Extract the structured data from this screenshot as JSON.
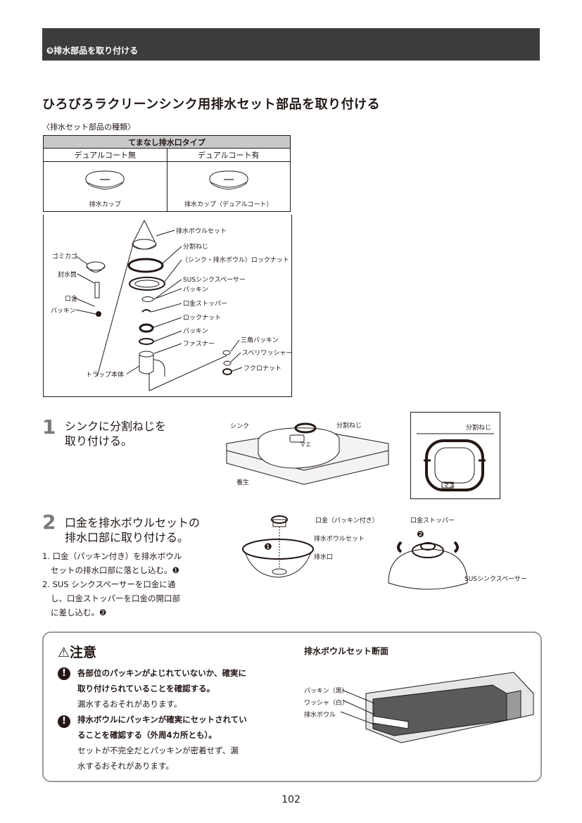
{
  "header": {
    "step_marker": "❾",
    "section_title": "排水部品を取り付ける"
  },
  "title": "ひろびろラクリーンシンク用排水セット部品を取り付ける",
  "types_note": "〈排水セット部品の種類〉",
  "types_table": {
    "header": "てまなし排水口タイプ",
    "columns": [
      "デュアルコート無",
      "デュアルコート有"
    ],
    "captions": [
      "排水カップ",
      "排水カップ（デュアルコート）"
    ]
  },
  "parts_labels": {
    "bowl_set": "排水ボウルセット",
    "split_screw": "分割ねじ",
    "locknut_sink": "（シンク・排水ボウル）ロックナット",
    "sus_spacer": "SUSシンクスペーサー",
    "packing1": "パッキン",
    "kuchigane_stopper": "口金ストッパー",
    "locknut": "ロックナット",
    "packing2": "パッキン",
    "fastener": "ファスナー",
    "triangle_packing": "三角パッキン",
    "slip_washer": "スベリワッシャー",
    "fukuro_nut": "フクロナット",
    "trap_body": "トラップ本体",
    "gomikago": "ゴミカゴ",
    "fusuitou": "封水筒",
    "kuchigane": "口金",
    "packing_left": "パッキン"
  },
  "step1": {
    "number": "1",
    "title_line1": "シンクに分割ねじを",
    "title_line2": "取り付ける。",
    "labels": {
      "sink": "シンク",
      "split_screw": "分割ねじ",
      "yojou": "養生",
      "split_screw_detail": "分割ねじ",
      "mae": "マエ",
      "mae_detail": "マエ"
    }
  },
  "step2": {
    "number": "2",
    "title_line1": "口金を排水ボウルセットの",
    "title_line2": "排水口部に取り付ける。",
    "item1_line1": "1. 口金（パッキン付き）を排水ボウル",
    "item1_line2": "セットの排水口部に落とし込む。❶",
    "item2_line1": "2. SUS シンクスペーサーを口金に通",
    "item2_line2": "し、口金ストッパーを口金の開口部",
    "item2_line3": "に差し込む。❷",
    "labels": {
      "kuchigane_packing": "口金（パッキン付き）",
      "bowl_set": "排水ボウルセット",
      "drain": "排水口",
      "stopper": "口金ストッパー",
      "sus_spacer": "SUSシンクスペーサー",
      "mark1": "❶",
      "mark2": "❷"
    }
  },
  "caution": {
    "title": "注意",
    "item1_bold_line1": "各部位のパッキンがよじれていないか、確実に",
    "item1_bold_line2": "取り付けられていることを確認する。",
    "item1_text": "漏水するおそれがあります。",
    "item2_bold_line1": "排水ボウルにパッキンが確実にセットされてい",
    "item2_bold_line2": "ることを確認する（外周4カ所とも）。",
    "item2_text_line1": "セットが不完全だとパッキンが密着せず、漏",
    "item2_text_line2": "水するおそれがあります。",
    "section_title": "排水ボウルセット断面",
    "labels": {
      "packing_black": "パッキン（黒）",
      "washer_white": "ワッシャ（白）",
      "bowl": "排水ボウル"
    }
  },
  "page_number": "102"
}
